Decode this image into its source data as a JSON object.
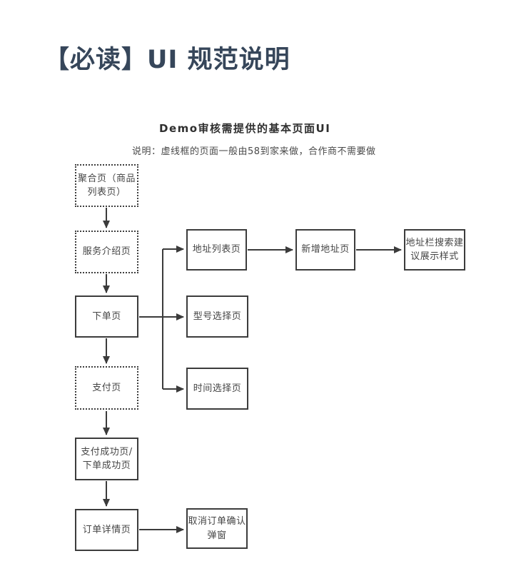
{
  "page": {
    "title": "【必读】UI 规范说明"
  },
  "diagram": {
    "heading": "Demo审核需提供的基本页面UI",
    "note": "说明：虚线框的页面一般由58到家来做，合作商不需要做",
    "nodes": {
      "aggregate": {
        "label": "聚合页（商品\n列表页）",
        "style": "dotted"
      },
      "service_intro": {
        "label": "服务介绍页",
        "style": "dotted"
      },
      "place_order": {
        "label": "下单页",
        "style": "solid"
      },
      "payment": {
        "label": "支付页",
        "style": "dotted"
      },
      "pay_success": {
        "label": "支付成功页/\n下单成功页",
        "style": "solid"
      },
      "order_detail": {
        "label": "订单详情页",
        "style": "solid"
      },
      "address_list": {
        "label": "地址列表页",
        "style": "solid"
      },
      "new_address": {
        "label": "新增地址页",
        "style": "solid"
      },
      "address_search_suggest": {
        "label": "地址栏搜索建\n议展示样式",
        "style": "solid"
      },
      "model_select": {
        "label": "型号选择页",
        "style": "solid"
      },
      "time_select": {
        "label": "时间选择页",
        "style": "solid"
      },
      "cancel_order_modal": {
        "label": "取消订单确认\n弹窗",
        "style": "solid"
      }
    }
  },
  "colors": {
    "title": "#36465a",
    "node_text": "#454545",
    "node_border": "#3c3c3c",
    "connector": "#3b3b3b",
    "background": "#ffffff"
  }
}
